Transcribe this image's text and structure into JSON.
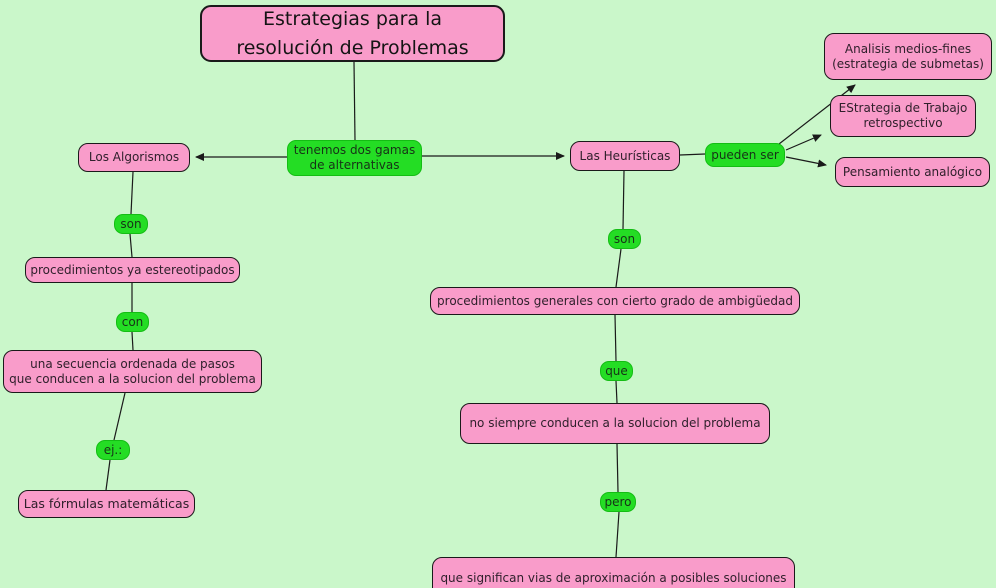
{
  "map_title": "Estrategias para la resolución de Problemas",
  "colors": {
    "background": "#caf7ca",
    "concept_fill": "#f99cca",
    "link_fill": "#24dd24",
    "border": "#1a1a1a"
  },
  "nodes": {
    "title": "Estrategias para la\nresolución de Problemas",
    "gamas": "tenemos dos gamas\nde alternativas",
    "algorismos": "Los Algorismos",
    "heuristicas": "Las Heurísticas",
    "pueden_ser": "pueden ser",
    "analisis": "Analisis medios-fines\n(estrategia de submetas)",
    "estrategia": "EStrategia de Trabajo\nretrospectivo",
    "pensamiento": "Pensamiento analógico",
    "son_left": "son",
    "proc_estereo": "procedimientos ya estereotipados",
    "con": "con",
    "secuencia": "una secuencia ordenada de pasos\nque conducen a la solucion del problema",
    "ej": "ej.:",
    "formulas": "Las fórmulas matemáticas",
    "son_right": "son",
    "proc_generales": "procedimientos generales con cierto grado de ambigüedad",
    "que": "que",
    "no_siempre": "no siempre conducen a la solucion del problema",
    "pero": "pero",
    "aproximacion": "que significan vias de aproximación a posibles soluciones"
  }
}
